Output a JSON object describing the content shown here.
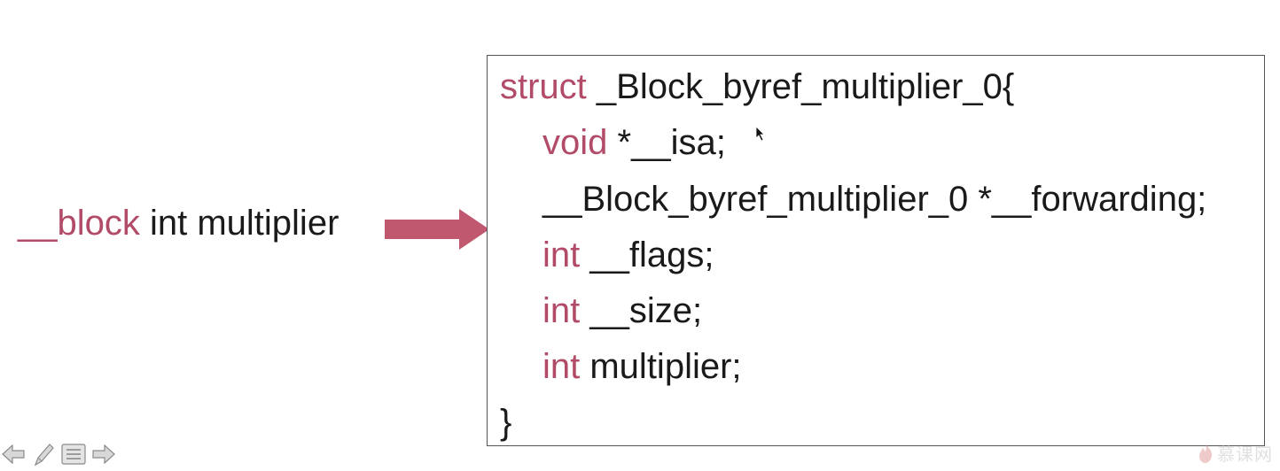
{
  "left_label": {
    "keyword": "__block",
    "rest": " int multiplier"
  },
  "code_lines": [
    {
      "kw": "struct",
      "rest": "   _Block_byref_multiplier_0{"
    },
    {
      "kw": "void",
      "rest": " *__isa;"
    },
    {
      "kw": "",
      "rest": "__Block_byref_multiplier_0 *__forwarding;"
    },
    {
      "kw": "int",
      "rest": " __flags;"
    },
    {
      "kw": "int",
      "rest": " __size;"
    },
    {
      "kw": "int",
      "rest": " multiplier;"
    },
    {
      "kw": "",
      "rest": "}"
    }
  ],
  "nav_toolbar": {
    "icons": [
      "previous-slide-icon",
      "pen-icon",
      "slide-menu-icon",
      "next-slide-icon"
    ]
  },
  "watermark": {
    "text": "慕课网",
    "icon": "flame-logo-icon"
  },
  "colors": {
    "keyword": "#b24b68",
    "arrow": "#c0586f",
    "text": "#1a1a1a",
    "box_border": "#555555"
  }
}
